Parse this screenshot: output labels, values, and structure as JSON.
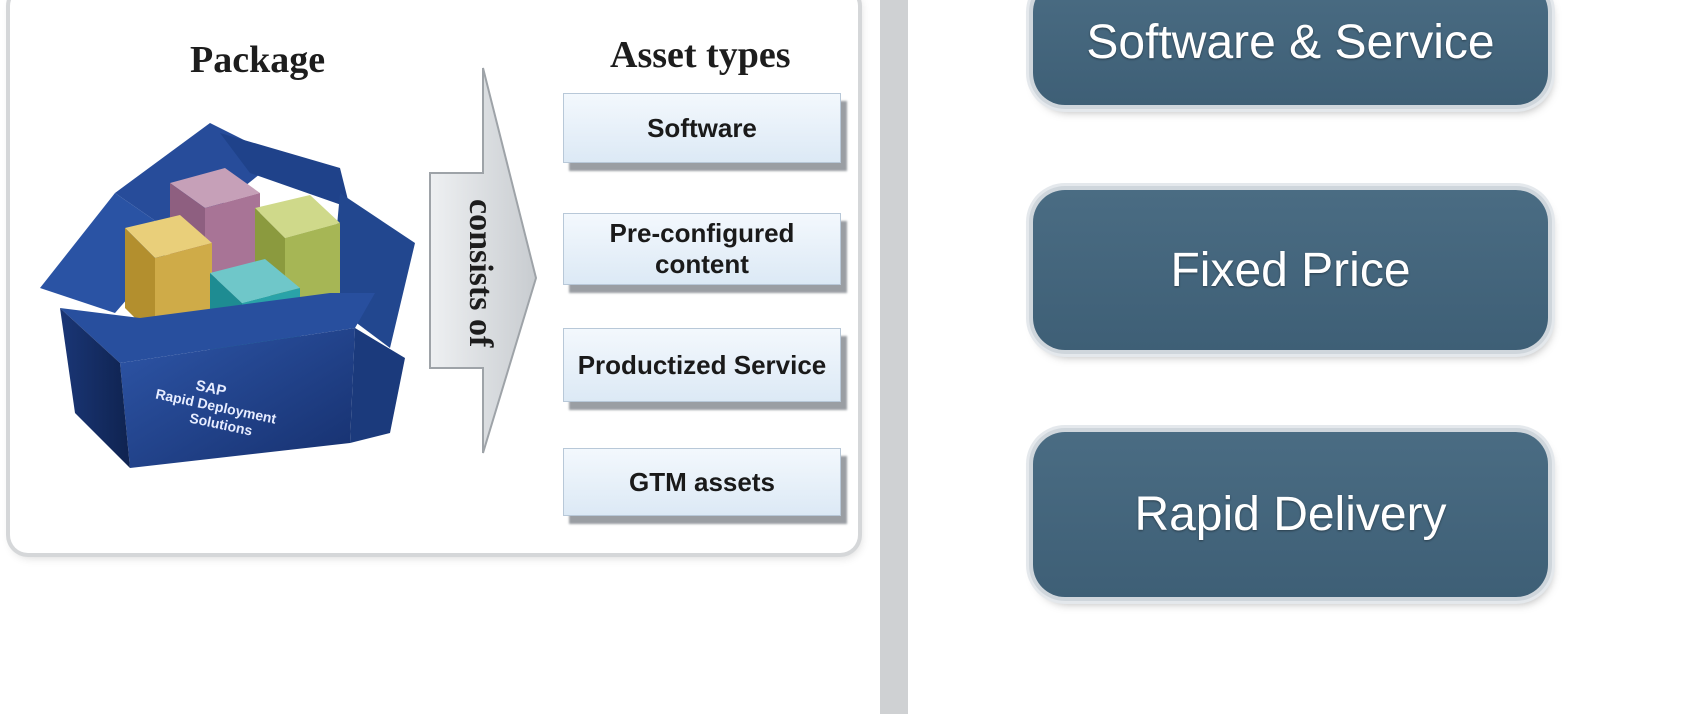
{
  "package": {
    "title": "Package",
    "box_label": "SAP Rapid Deployment Solutions"
  },
  "connector": {
    "label": "consists of"
  },
  "assets": {
    "title": "Asset types",
    "items": [
      "Software",
      "Pre-configured content",
      "Productized Service",
      "GTM assets"
    ]
  },
  "features": [
    "Software & Service",
    "Fixed Price",
    "Rapid Delivery"
  ],
  "colors": {
    "feature_fill": "#44667d",
    "box_blue": "#1e3f8a",
    "asset_fill": "#e3eef8"
  }
}
